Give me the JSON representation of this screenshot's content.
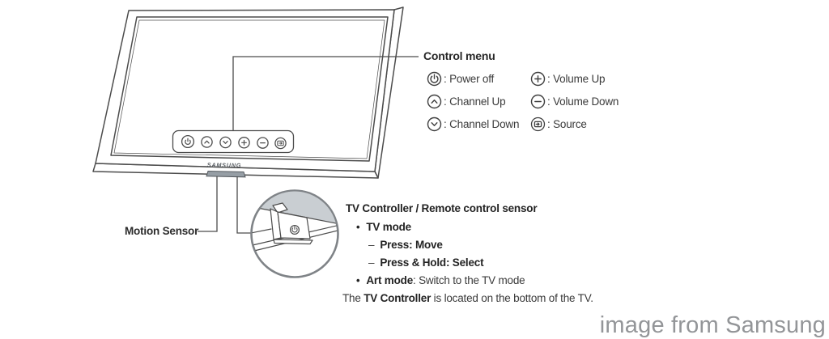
{
  "palette": {
    "line_color": "#4c4c4c",
    "shade_color": "#c9ced2",
    "protrusion_color": "#969ea5",
    "watermark_color": "#939598"
  },
  "tv": {
    "brand": "SAMSUNG"
  },
  "control_menu": {
    "title": "Control menu",
    "items": [
      {
        "icon": "power-icon",
        "label": ": Power off"
      },
      {
        "icon": "channel-up-icon",
        "label": ": Channel Up"
      },
      {
        "icon": "channel-down-icon",
        "label": ": Channel Down"
      },
      {
        "icon": "volume-up-icon",
        "label": ": Volume Up"
      },
      {
        "icon": "volume-down-icon",
        "label": ": Volume Down"
      },
      {
        "icon": "source-icon",
        "label": ": Source"
      }
    ]
  },
  "motion_sensor_label": "Motion Sensor",
  "tv_controller_info": {
    "heading": "TV Controller / Remote control sensor",
    "bullet": "•",
    "dash": "–",
    "tv_mode_title": "TV mode",
    "press_move": "Press: Move",
    "press_hold": "Press & Hold: Select",
    "art_mode_title": "Art mode",
    "art_mode_desc": ": Switch to the TV mode",
    "footer_pre": "The ",
    "footer_bold": "TV Controller",
    "footer_post": " is located on the bottom of the TV."
  },
  "watermark": "image from Samsung"
}
